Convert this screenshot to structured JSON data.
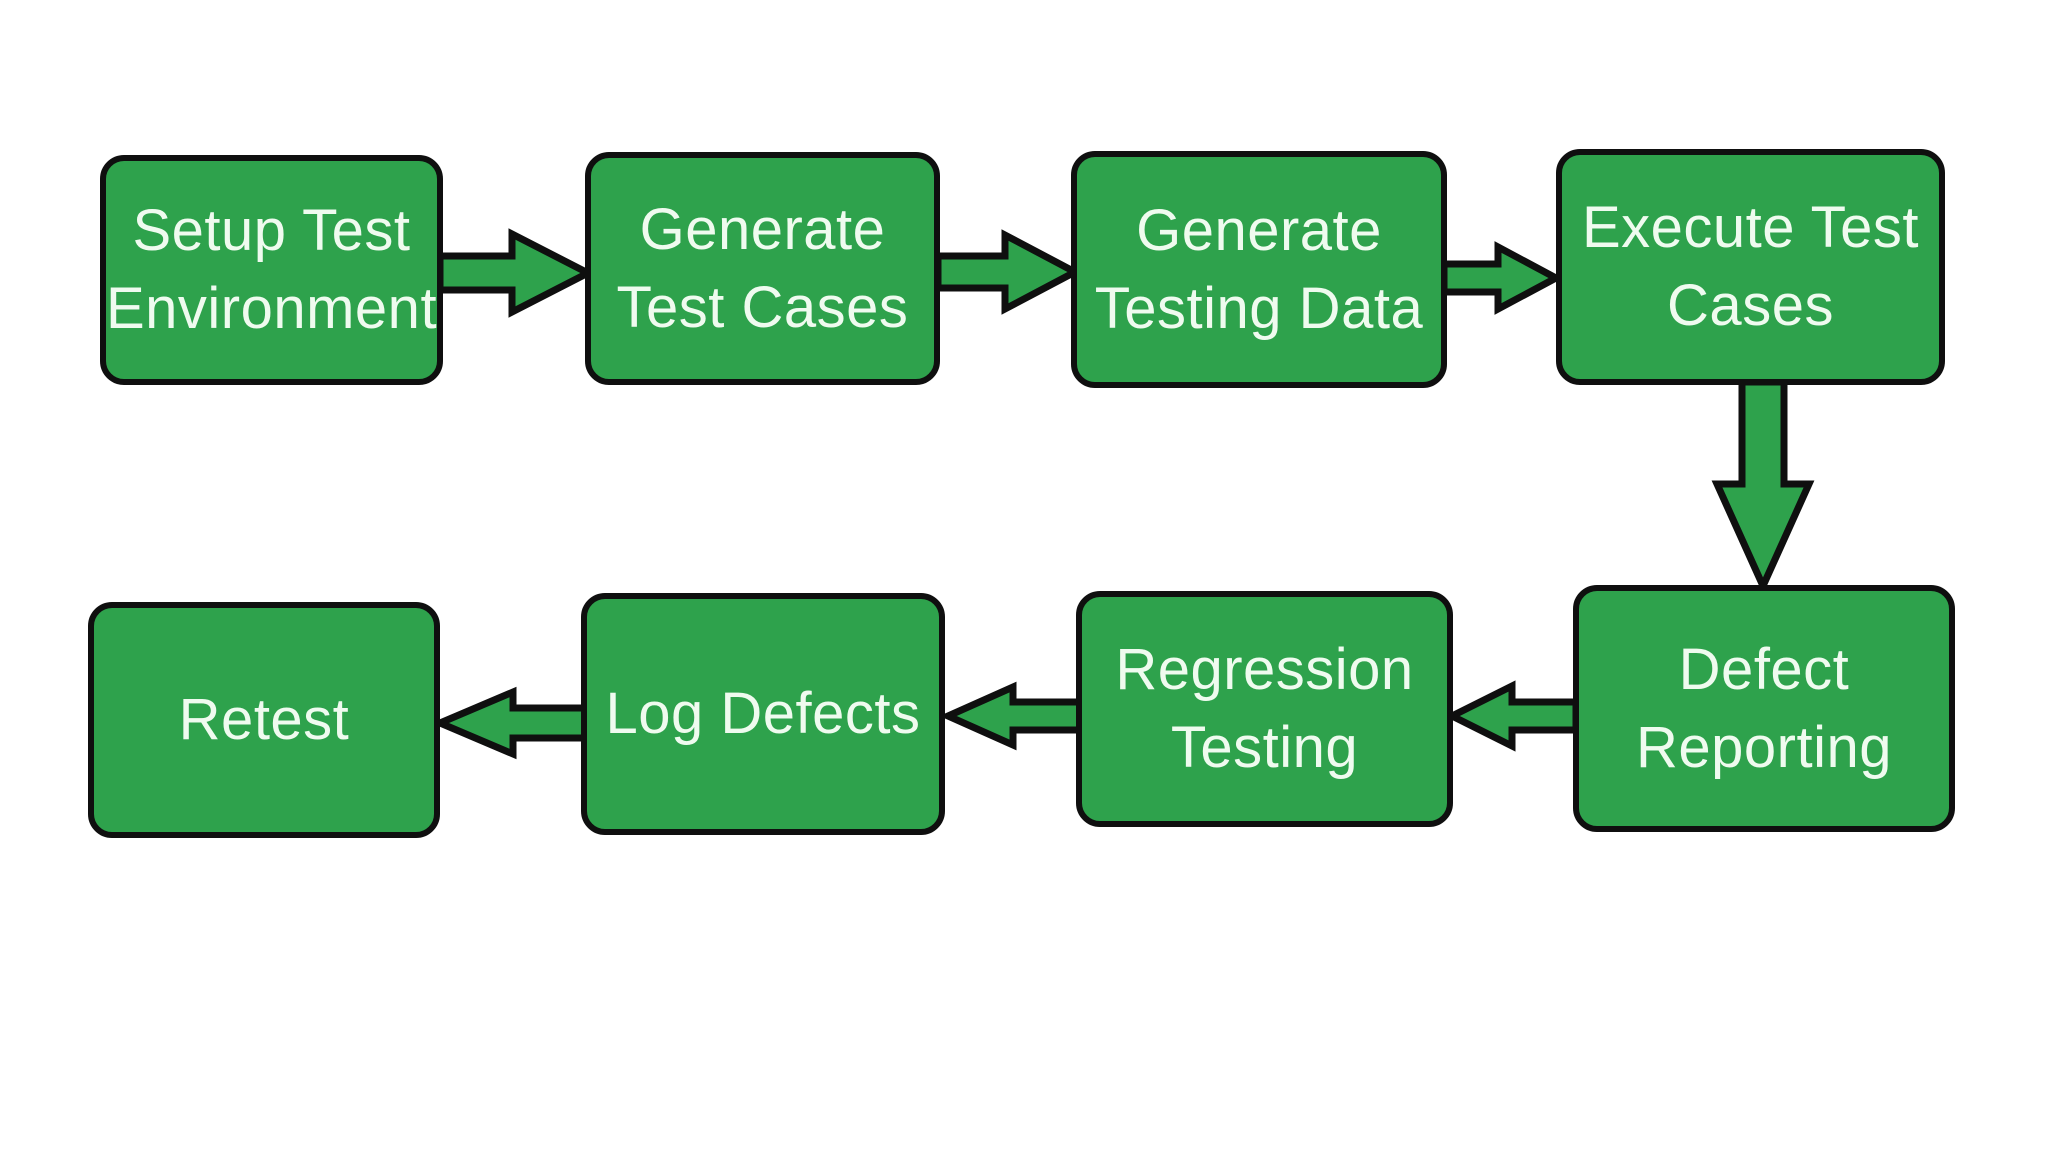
{
  "diagram": {
    "type": "flowchart",
    "subject": "Software testing process flow",
    "colors": {
      "background": "#FFFFFF",
      "node_fill": "#2EA24C",
      "node_border": "#0F0F0F",
      "node_text": "#EFFBEF",
      "arrow_fill": "#2EA24C",
      "arrow_outline": "#0F0F0F"
    },
    "nodes": [
      {
        "id": "setup-test-environment",
        "label": "Setup Test Environment",
        "lines": [
          "Setup Test",
          "Environment"
        ]
      },
      {
        "id": "generate-test-cases",
        "label": "Generate Test Cases",
        "lines": [
          "Generate",
          "Test Cases"
        ]
      },
      {
        "id": "generate-testing-data",
        "label": "Generate Testing Data",
        "lines": [
          "Generate",
          "Testing Data"
        ]
      },
      {
        "id": "execute-test-cases",
        "label": "Execute Test Cases",
        "lines": [
          "Execute Test",
          "Cases"
        ]
      },
      {
        "id": "defect-reporting",
        "label": "Defect Reporting",
        "lines": [
          "Defect",
          "Reporting"
        ]
      },
      {
        "id": "regression-testing",
        "label": "Regression Testing",
        "lines": [
          "Regression",
          "Testing"
        ]
      },
      {
        "id": "log-defects",
        "label": "Log Defects",
        "lines": [
          "Log Defects"
        ]
      },
      {
        "id": "retest",
        "label": "Retest",
        "lines": [
          "Retest"
        ]
      }
    ],
    "edges": [
      {
        "from": "setup-test-environment",
        "to": "generate-test-cases",
        "direction": "right"
      },
      {
        "from": "generate-test-cases",
        "to": "generate-testing-data",
        "direction": "right"
      },
      {
        "from": "generate-testing-data",
        "to": "execute-test-cases",
        "direction": "right"
      },
      {
        "from": "execute-test-cases",
        "to": "defect-reporting",
        "direction": "down"
      },
      {
        "from": "defect-reporting",
        "to": "regression-testing",
        "direction": "left"
      },
      {
        "from": "regression-testing",
        "to": "log-defects",
        "direction": "left"
      },
      {
        "from": "log-defects",
        "to": "retest",
        "direction": "left"
      }
    ]
  }
}
